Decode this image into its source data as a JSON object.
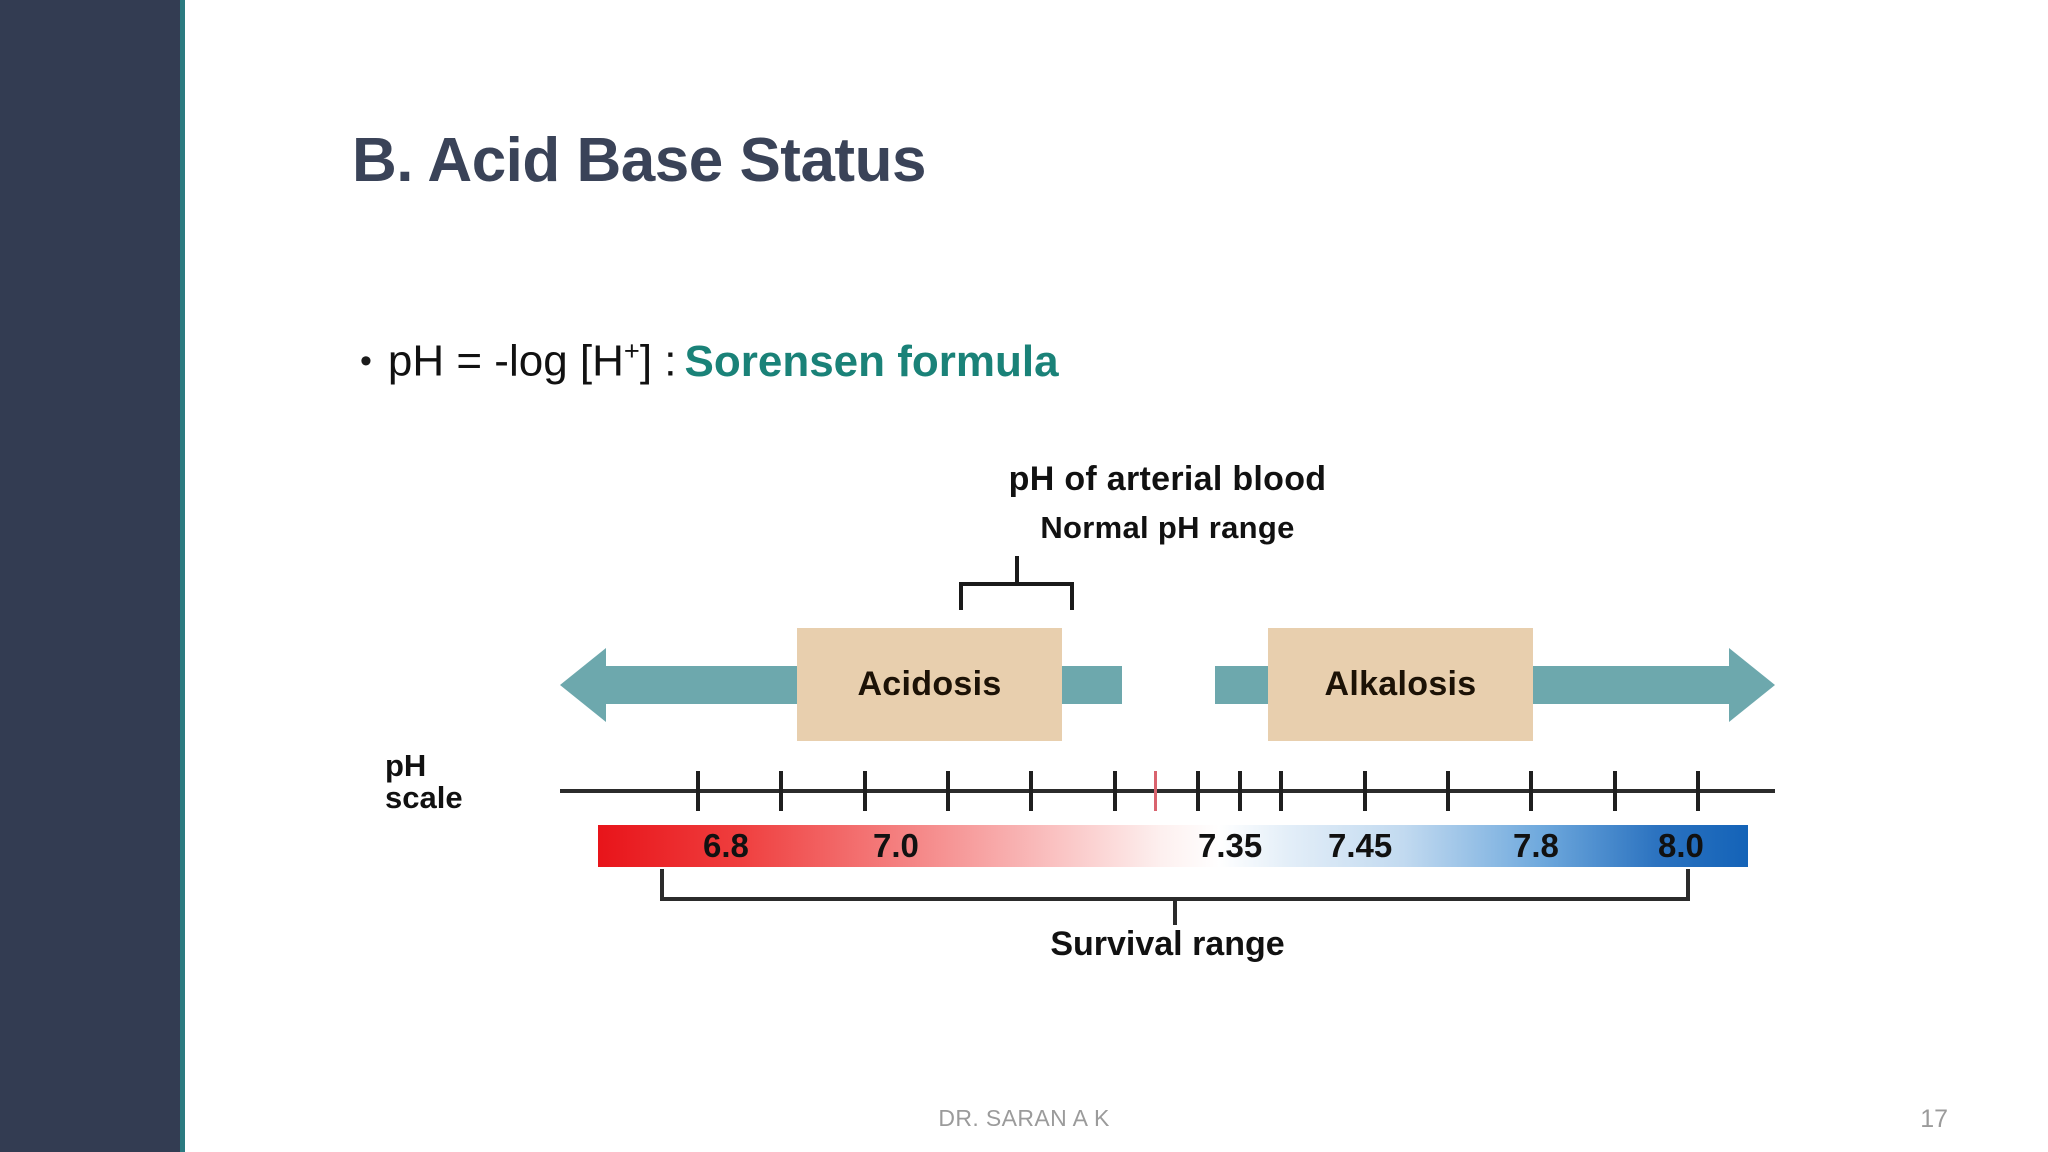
{
  "slide": {
    "title": "B. Acid Base Status",
    "background_color": "#ffffff",
    "sidebar_color": "#333c52",
    "accent_color": "#2b7a80",
    "title_color": "#3a4358"
  },
  "bullet": {
    "marker": "•",
    "text_plain": "pH = -log [H",
    "superscript": "+",
    "text_tail": "] : ",
    "emphasis": "Sorensen formula",
    "emphasis_color": "#1a8278"
  },
  "figure": {
    "title": "pH of arterial blood",
    "subtitle": "Normal pH range",
    "scale_label_line1": "pH",
    "scale_label_line2": "scale",
    "left_region_label": "Acidosis",
    "right_region_label": "Alkalosis",
    "survival_caption": "Survival range",
    "arrow_color": "#6da8ad",
    "box_color": "#e8cfae"
  },
  "chart_data": {
    "type": "bar",
    "title": "pH of arterial blood",
    "subtitle": "Normal pH range",
    "xlabel": "pH scale",
    "ylabel": "",
    "xlim": [
      6.7,
      8.1
    ],
    "grid": false,
    "legend": "none",
    "tick_values": [
      6.8,
      6.9,
      7.0,
      7.1,
      7.2,
      7.3,
      7.35,
      7.4,
      7.45,
      7.5,
      7.6,
      7.7,
      7.8,
      7.9,
      8.0
    ],
    "labeled_ticks": [
      "6.8",
      "7.0",
      "7.35",
      "7.45",
      "7.8",
      "8.0"
    ],
    "gradient_stops": [
      {
        "ph": 6.8,
        "color": "#e8141a"
      },
      {
        "ph": 7.0,
        "color": "#ef3d3d"
      },
      {
        "ph": 7.2,
        "color": "#f9b9b9"
      },
      {
        "ph": 7.4,
        "color": "#ffffff"
      },
      {
        "ph": 7.6,
        "color": "#c2daf0"
      },
      {
        "ph": 7.8,
        "color": "#6fa9dd"
      },
      {
        "ph": 8.0,
        "color": "#1463b8"
      }
    ],
    "regions": [
      {
        "name": "Acidosis",
        "range": [
          6.8,
          7.35
        ],
        "direction": "left",
        "color": "#e8cfae"
      },
      {
        "name": "Normal pH range",
        "range": [
          7.35,
          7.45
        ],
        "direction": "none",
        "color": "#ffffff"
      },
      {
        "name": "Alkalosis",
        "range": [
          7.45,
          8.0
        ],
        "direction": "right",
        "color": "#e8cfae"
      },
      {
        "name": "Survival range",
        "range": [
          6.8,
          8.0
        ],
        "direction": "span",
        "color": "#2b2b2b"
      }
    ],
    "bar_labels": [
      {
        "text": "6.8",
        "ph": 6.8
      },
      {
        "text": "7.0",
        "ph": 7.0
      },
      {
        "text": "7.35",
        "ph": 7.35
      },
      {
        "text": "7.45",
        "ph": 7.45
      },
      {
        "text": "7.8",
        "ph": 7.8
      },
      {
        "text": "8.0",
        "ph": 8.0
      }
    ]
  },
  "footer": {
    "author": "DR. SARAN A K",
    "page_number": "17"
  }
}
